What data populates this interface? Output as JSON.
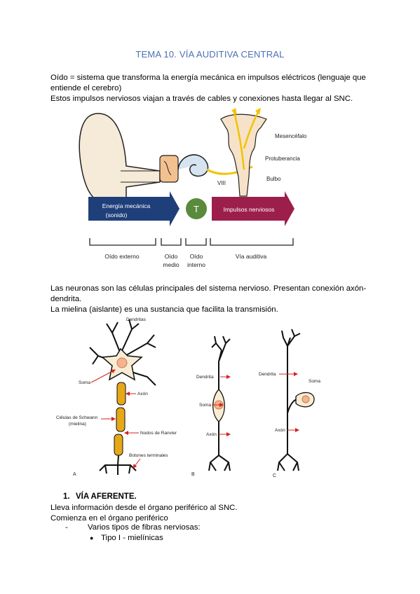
{
  "title": "TEMA 10. VÍA AUDITIVA CENTRAL",
  "intro": {
    "line1": "Oído = sistema que transforma la energía mecánica en impulsos eléctricos (lenguaje que",
    "line2": "entiende el cerebro)",
    "line3": "Estos impulsos nerviosos viajan a través de cables y conexiones hasta llegar al SNC."
  },
  "ear_diagram": {
    "label_mesencefalo": "Mesencéfalo",
    "label_protuberancia": "Protuberancia",
    "label_bulbo": "Bulbo",
    "label_viii": "VIII",
    "arrow_energy_1": "Energía mecánica",
    "arrow_energy_2": "(sonido)",
    "transducer": "T",
    "arrow_impulses": "Impulsos nerviosos",
    "section_outer": "Oído externo",
    "section_middle_1": "Oído",
    "section_middle_2": "medio",
    "section_inner_1": "Oído",
    "section_inner_2": "interno",
    "section_pathway": "Vía auditiva"
  },
  "neurons_text": {
    "line1": "Las neuronas son las células principales del sistema nervioso. Presentan conexión axón-",
    "line2": "dendrita.",
    "line3": "La mielina (aislante) es una sustancia que facilita la transmisión."
  },
  "neuron_diagram": {
    "a_dendritas": "Dendritas",
    "a_soma": "Soma",
    "a_axon": "Axón",
    "a_schwann_1": "Células de Schwann",
    "a_schwann_2": "(mielina)",
    "a_ranvier": "Nodos de Ranvier",
    "a_botones": "Botones terminales",
    "b_dendrita": "Dendrita",
    "b_soma": "Soma",
    "b_axon": "Axón",
    "c_dendrita": "Dendrita",
    "c_soma": "Soma",
    "c_axon": "Axón",
    "letter_a": "A",
    "letter_b": "B",
    "letter_c": "C"
  },
  "section1": {
    "number": "1.",
    "heading": "VÍA AFERENTE.",
    "line1": "Lleva información desde el órgano periférico al SNC.",
    "line2": "Comienza en el órgano periférico",
    "dash": "-",
    "dash_item": "Varios tipos de fibras nerviosas:",
    "bullet": "●",
    "bullet_item": "Tipo I - mielínicas"
  },
  "colors": {
    "title": "#4e6fb5",
    "energy_arrow": "#1f3f7a",
    "impulse_arrow": "#9c1f4b",
    "transducer": "#5a8a3c",
    "nerve": "#f2c300",
    "soma_fill": "#f8ecd3",
    "myelin": "#e6a817",
    "red_arrow": "#d42020"
  }
}
